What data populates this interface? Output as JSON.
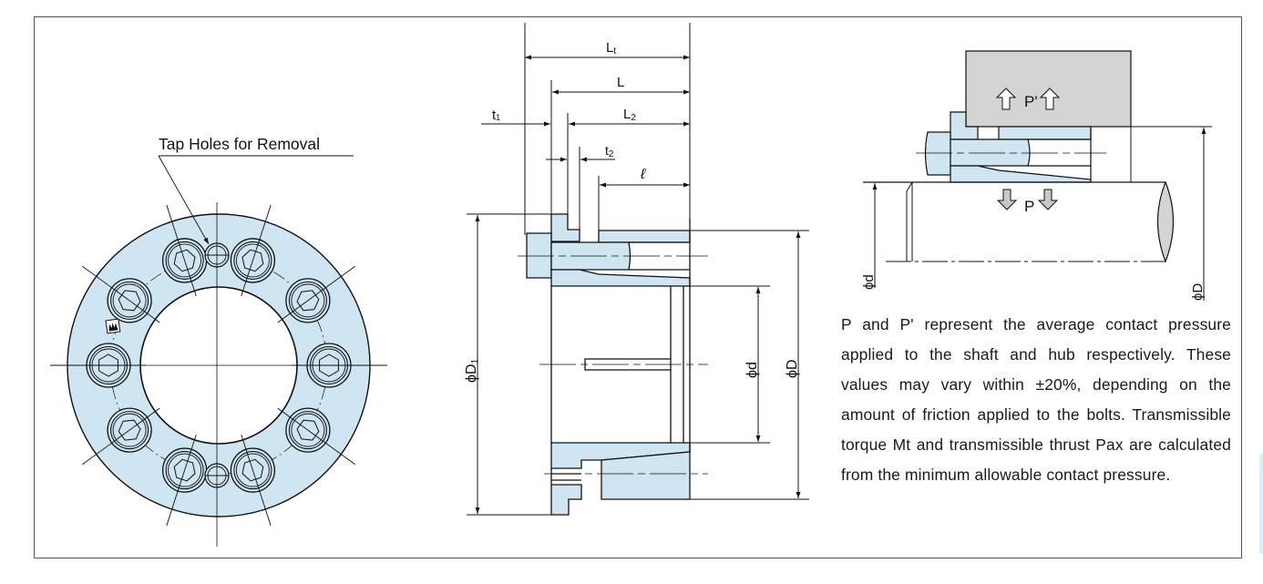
{
  "colors": {
    "part_fill": "#cfe5f2",
    "hub_fill": "#d4d4d4",
    "pressure_arrow_fill": "#c8c8c8",
    "line": "#111111",
    "frame": "#555555"
  },
  "front_view": {
    "callout": "Tap Holes for Removal",
    "bolt_count": 10,
    "tap_hole_count": 2,
    "maker_mark": "M"
  },
  "side_view": {
    "dimensions": {
      "Lt": {
        "main": "L",
        "sub": "t"
      },
      "L": {
        "main": "L",
        "sub": ""
      },
      "L2": {
        "main": "L",
        "sub": "2"
      },
      "t1": {
        "main": "t",
        "sub": "1"
      },
      "t2": {
        "main": "t",
        "sub": "2"
      },
      "l": {
        "main": "ℓ",
        "sub": ""
      },
      "D1": {
        "main": "ϕD",
        "sub": "1"
      },
      "d": {
        "main": "ϕd",
        "sub": ""
      },
      "D": {
        "main": "ϕD",
        "sub": ""
      }
    }
  },
  "pressure_view": {
    "hub_pressure_label": "P'",
    "shaft_pressure_label": "P",
    "shaft_diameter_label": "ϕd",
    "hub_diameter_label": "ϕD"
  },
  "note": "P and P' represent the average contact pressure applied to the shaft and hub respectively. These values may vary within ±20%, depending on the amount of friction applied to the bolts. Transmissible torque Mt and transmissible thrust Pax are calculated from the minimum allowable contact pressure."
}
